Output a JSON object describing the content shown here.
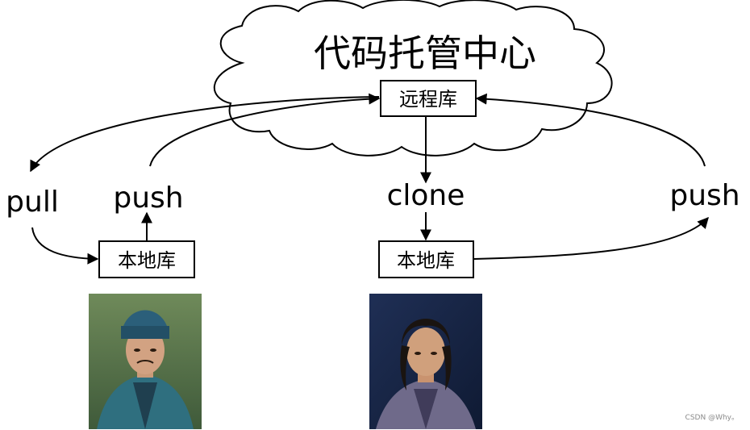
{
  "diagram": {
    "cloud_title": "代码托管中心",
    "remote_repo": "远程库",
    "left": {
      "pull_label": "pull",
      "push_label": "push",
      "local_repo": "本地库"
    },
    "right": {
      "clone_label": "clone",
      "push_label": "push",
      "local_repo": "本地库"
    }
  },
  "watermark": "CSDN @Why。",
  "colors": {
    "stroke": "#000000",
    "text": "#000000",
    "background": "#ffffff"
  },
  "icons": {
    "left_photo": "person-photo-blue-hat",
    "right_photo": "person-photo-dark-hair"
  }
}
